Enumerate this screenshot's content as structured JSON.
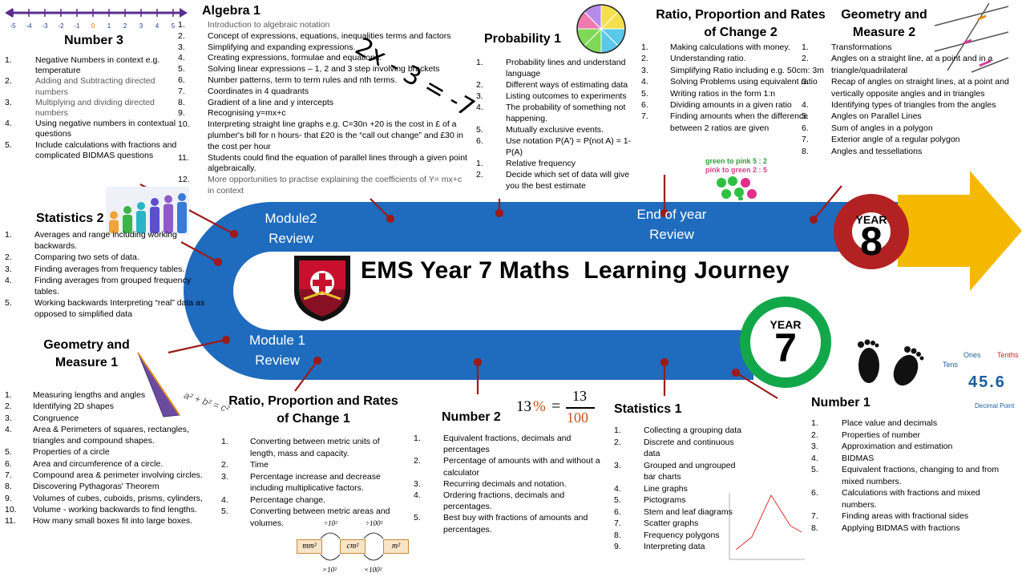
{
  "title": "EMS Year 7 Maths  Learning Journey",
  "road": {
    "module2_review": "Module2\nReview",
    "module1_review": "Module 1\nReview",
    "end_of_year_review": "End of year\nReview"
  },
  "year8": {
    "label": "YEAR",
    "number": "8"
  },
  "year7": {
    "label": "YEAR",
    "number": "7"
  },
  "colors": {
    "road": "#1f6bbd",
    "year8_ring": "#b22222",
    "year7_ring": "#12a84a",
    "arrow": "#f5b800",
    "leader": "#9b1b1b"
  },
  "number_line": {
    "ticks": [
      "-5",
      "-4",
      "-3",
      "-2",
      "-1",
      "0",
      "1",
      "2",
      "3",
      "4",
      "5"
    ]
  },
  "decorations": {
    "equation": "2x - 3 = -7",
    "pythagoras": "a² + b² = c²",
    "percent_fraction": {
      "percent": "13",
      "sign": "%",
      "equals": "=",
      "num": "13",
      "den": "100"
    },
    "ratio_green": "green to pink 5 : 2",
    "ratio_pink": "pink to green 2 : 5",
    "units": {
      "mm": "mm²",
      "cm": "cm²",
      "m": "m²",
      "top1": "÷10²",
      "top2": "÷100²",
      "bot1": "×10²",
      "bot2": "×100²"
    },
    "place_value": {
      "ones": "Ones",
      "tenths": "Tenths",
      "tens": "Tens",
      "digits": "45.6",
      "decimal_point": "Decimal Point"
    }
  },
  "sections": {
    "number3": {
      "heading": "Number 3",
      "items": [
        {
          "n": "1.",
          "t": "Negative Numbers in context e.g. temperature",
          "grey": false
        },
        {
          "n": "2.",
          "t": "Adding and Subtracting directed numbers",
          "grey": true
        },
        {
          "n": "3.",
          "t": "Multiplying and dividing directed numbers",
          "grey": true
        },
        {
          "n": "4.",
          "t": "Using negative numbers in contextual questions",
          "grey": false
        },
        {
          "n": "5.",
          "t": "Include calculations with fractions and complicated BIDMAS questions",
          "grey": false
        }
      ]
    },
    "algebra1": {
      "heading": "Algebra 1",
      "items": [
        {
          "n": "1.",
          "t": "Introduction to algebraic notation",
          "grey": true
        },
        {
          "n": "2.",
          "t": "Concept of expressions, equations, inequalities terms and factors",
          "grey": false
        },
        {
          "n": "3.",
          "t": "Simplifying and expanding expressions.",
          "grey": false
        },
        {
          "n": "4.",
          "t": "Creating expressions, formulae and equations.",
          "grey": false
        },
        {
          "n": "5.",
          "t": "Solving linear expressions – 1, 2 and 3 step involving brackets",
          "grey": false
        },
        {
          "n": "6.",
          "t": "Number patterns, term to term rules and nth terms.",
          "grey": false
        },
        {
          "n": "7.",
          "t": "Coordinates in 4 quadrants",
          "grey": false
        },
        {
          "n": "8.",
          "t": "Gradient of a line and y intercepts",
          "grey": false
        },
        {
          "n": "9.",
          "t": "Recognising y=mx+c",
          "grey": false
        },
        {
          "n": "10.",
          "t": "Interpreting straight line graphs e.g. C=30n +20 is the cost in £ of a plumber's bill for n hours- that £20 is the “call out change” and £30 in the cost per hour",
          "grey": false
        },
        {
          "n": "11.",
          "t": "Students could find the equation of parallel lines through a given point algebraically.",
          "grey": false
        },
        {
          "n": "12.",
          "t": "More opportunities to practise explaining the coefficients of Y= mx+c in context",
          "grey": true
        }
      ]
    },
    "probability1": {
      "heading": "Probability 1",
      "items": [
        {
          "n": "1.",
          "t": "Probability lines and understand language",
          "grey": false
        },
        {
          "n": "2.",
          "t": "Different ways of estimating data",
          "grey": false
        },
        {
          "n": "3.",
          "t": "Listing outcomes to experiments",
          "grey": false
        },
        {
          "n": "4.",
          "t": "The probability of something not happening.",
          "grey": false
        },
        {
          "n": "5.",
          "t": "Mutually exclusive events.",
          "grey": false
        },
        {
          "n": "6.",
          "t": "Use notation P(A') = P(not A) = 1- P(A)",
          "grey": false
        },
        {
          "n": "1.",
          "t": "Relative frequency",
          "grey": false
        },
        {
          "n": "2.",
          "t": "Decide which set of data will give you the best estimate",
          "grey": false
        }
      ]
    },
    "ratio2": {
      "heading": "Ratio, Proportion and Rates of Change 2",
      "items": [
        {
          "n": "1.",
          "t": "Making calculations with money.",
          "grey": false
        },
        {
          "n": "2.",
          "t": "Understanding ratio.",
          "grey": false
        },
        {
          "n": "3.",
          "t": "Simplifying Ratio including e.g. 50cm: 3m",
          "grey": false
        },
        {
          "n": "4.",
          "t": "Solving Problems using equivalent ratio",
          "grey": false
        },
        {
          "n": "5.",
          "t": "Writing ratios in the form 1:n",
          "grey": false
        },
        {
          "n": "6.",
          "t": "Dividing amounts in a given ratio",
          "grey": false
        },
        {
          "n": "7.",
          "t": " Finding amounts when the difference between 2 ratios are given",
          "grey": false
        }
      ]
    },
    "geometry2": {
      "heading": "Geometry and Measure 2",
      "items": [
        {
          "n": "1.",
          "t": "Transformations",
          "grey": false
        },
        {
          "n": "2.",
          "t": "Angles on  a straight line, at a point and in a triangle/quadrilateral",
          "grey": false
        },
        {
          "n": "3.",
          "t": "Recap of angles on straight lines, at a point and vertically opposite angles and in triangles",
          "grey": false
        },
        {
          "n": "4.",
          "t": "Identifying types of triangles from the angles",
          "grey": false
        },
        {
          "n": "5.",
          "t": "Angles on Parallel Lines",
          "grey": false
        },
        {
          "n": "6.",
          "t": "Sum of angles in a polygon",
          "grey": false
        },
        {
          "n": "7.",
          "t": "Exterior angle of a regular polygon",
          "grey": false
        },
        {
          "n": "8.",
          "t": "Angles and tessellations",
          "grey": false
        }
      ]
    },
    "statistics2": {
      "heading": "Statistics 2",
      "items": [
        {
          "n": "1.",
          "t": "Averages and range including working backwards.",
          "grey": false
        },
        {
          "n": "2.",
          "t": "Comparing two sets of data.",
          "grey": false
        },
        {
          "n": "3.",
          "t": "Finding averages from frequency tables.",
          "grey": false
        },
        {
          "n": "4.",
          "t": "Finding averages from grouped frequency tables.",
          "grey": false
        },
        {
          "n": "5.",
          "t": "Working backwards Interpreting “real” data as opposed to simplified data",
          "grey": false
        }
      ]
    },
    "geometry1": {
      "heading": "Geometry and Measure 1",
      "items": [
        {
          "n": "1.",
          "t": "Measuring lengths and angles",
          "grey": false
        },
        {
          "n": "2.",
          "t": "Identifying 2D shapes",
          "grey": false
        },
        {
          "n": "3.",
          "t": "Congruence",
          "grey": false
        },
        {
          "n": "4.",
          "t": "Area & Perimeters of squares, rectangles, triangles and compound shapes.",
          "grey": false
        },
        {
          "n": "5.",
          "t": "Properties of a circle",
          "grey": false
        },
        {
          "n": "6.",
          "t": "Area and circumference of a circle.",
          "grey": false
        },
        {
          "n": "7.",
          "t": "Compound area & perimeter involving circles.",
          "grey": false
        },
        {
          "n": "8.",
          "t": "Discovering Pythagoras' Theorem",
          "grey": false
        },
        {
          "n": "9.",
          "t": "Volumes of cubes, cuboids, prisms, cylinders,",
          "grey": false
        },
        {
          "n": "10.",
          "t": "Volume - working backwards to find lengths.",
          "grey": false
        },
        {
          "n": "11.",
          "t": "How many small boxes fit into large boxes.",
          "grey": false
        }
      ]
    },
    "ratio1": {
      "heading": "Ratio, Proportion and Rates of Change 1",
      "items": [
        {
          "n": "1.",
          "t": "Converting between metric units of length, mass and capacity.",
          "grey": false
        },
        {
          "n": "2.",
          "t": "Time",
          "grey": false
        },
        {
          "n": "3.",
          "t": "Percentage increase and decrease including multiplicative factors.",
          "grey": false
        },
        {
          "n": "4.",
          "t": "Percentage change.",
          "grey": false
        },
        {
          "n": "5.",
          "t": "Converting between metric areas and volumes.",
          "grey": false
        }
      ]
    },
    "number2": {
      "heading": "Number 2",
      "items": [
        {
          "n": "1.",
          "t": "Equivalent fractions, decimals and percentages",
          "grey": false
        },
        {
          "n": "2.",
          "t": "Percentage of amounts with and without a calculator",
          "grey": false
        },
        {
          "n": "3.",
          "t": "Recurring decimals and notation.",
          "grey": false
        },
        {
          "n": "4.",
          "t": "Ordering fractions, decimals and percentages.",
          "grey": false
        },
        {
          "n": "5.",
          "t": "Best buy with fractions of amounts and percentages.",
          "grey": false
        }
      ]
    },
    "statistics1": {
      "heading": "Statistics 1",
      "items": [
        {
          "n": "1.",
          "t": "Collecting a grouping data",
          "grey": false
        },
        {
          "n": "2.",
          "t": "Discrete and continuous data",
          "grey": false
        },
        {
          "n": "3.",
          "t": "Grouped and ungrouped bar charts",
          "grey": false
        },
        {
          "n": "4.",
          "t": "Line graphs",
          "grey": false
        },
        {
          "n": "5.",
          "t": "Pictograms",
          "grey": false
        },
        {
          "n": "6.",
          "t": "Stem and leaf diagrams",
          "grey": false
        },
        {
          "n": "7.",
          "t": "Scatter graphs",
          "grey": false
        },
        {
          "n": "8.",
          "t": "Frequency polygons",
          "grey": false
        },
        {
          "n": "9.",
          "t": "Interpreting data",
          "grey": false
        }
      ]
    },
    "number1": {
      "heading": "Number 1",
      "items": [
        {
          "n": "1.",
          "t": "Place value and decimals",
          "grey": false
        },
        {
          "n": "2.",
          "t": "Properties of number",
          "grey": false
        },
        {
          "n": "3.",
          "t": "Approximation and estimation",
          "grey": false
        },
        {
          "n": "4.",
          "t": "BIDMAS",
          "grey": false
        },
        {
          "n": "5.",
          "t": "Equivalent fractions, changing to and from mixed numbers.",
          "grey": false
        },
        {
          "n": "6.",
          "t": "Calculations with fractions and mixed numbers.",
          "grey": false
        },
        {
          "n": "7.",
          "t": "Finding areas with fractional sides",
          "grey": false
        },
        {
          "n": "8.",
          "t": "Applying BIDMAS with fractions",
          "grey": false
        }
      ]
    }
  }
}
